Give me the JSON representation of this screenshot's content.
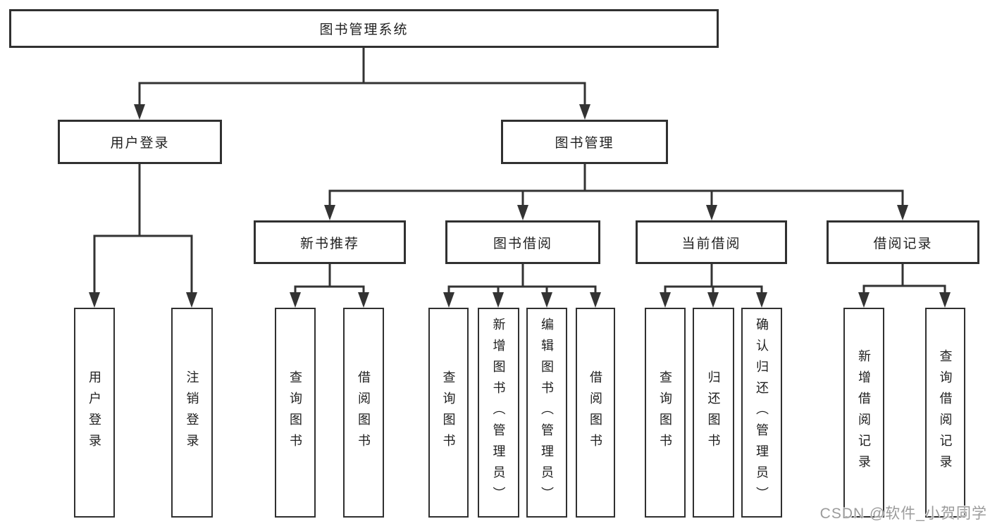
{
  "diagram": {
    "root": {
      "label": "图书管理系统",
      "children": [
        {
          "label": "用户登录",
          "children": [
            {
              "label": "用户登录"
            },
            {
              "label": "注销登录"
            }
          ]
        },
        {
          "label": "图书管理",
          "children": [
            {
              "label": "新书推荐",
              "children": [
                {
                  "label": "查询图书"
                },
                {
                  "label": "借阅图书"
                }
              ]
            },
            {
              "label": "图书借阅",
              "children": [
                {
                  "label": "查询图书"
                },
                {
                  "label": "新增图书（管理员）"
                },
                {
                  "label": "编辑图书（管理员）"
                },
                {
                  "label": "借阅图书"
                }
              ]
            },
            {
              "label": "当前借阅",
              "children": [
                {
                  "label": "查询图书"
                },
                {
                  "label": "归还图书"
                },
                {
                  "label": "确认归还（管理员）"
                }
              ]
            },
            {
              "label": "借阅记录",
              "children": [
                {
                  "label": "新增借阅记录"
                },
                {
                  "label": "查询借阅记录"
                }
              ]
            }
          ]
        }
      ]
    },
    "watermark": {
      "text": "CSDN @软件_小贺同学"
    },
    "colors": {
      "line": "#333333",
      "border": "#303030",
      "text": "#1f1f1f",
      "watermark": "#9b9b9b",
      "background": "#ffffff"
    }
  }
}
